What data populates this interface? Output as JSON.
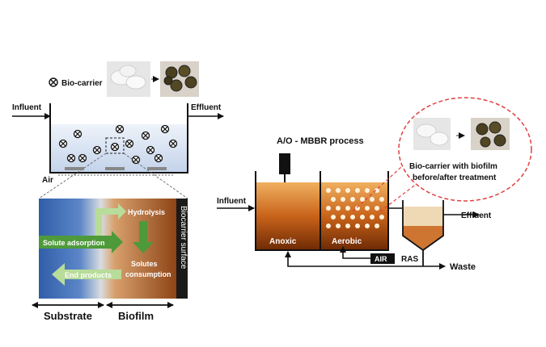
{
  "left_panel": {
    "legend_label": "Bio-carrier",
    "influent": "Influent",
    "effluent": "Effluent",
    "air": "Air",
    "hydrolysis": "Hydrolysis",
    "solute_adsorption": "Solute adsorption",
    "solutes": "Solutes",
    "consumption": "consumption",
    "end_products": "End products",
    "biocarrier_surface": "Biocarrier surface",
    "substrate": "Substrate",
    "biofilm": "Biofilm"
  },
  "right_panel": {
    "process_title": "A/O - MBBR process",
    "influent": "Influent",
    "anoxic": "Anoxic",
    "aerobic": "Aerobic",
    "air": "AIR",
    "ras": "RAS",
    "effluent": "Effluent",
    "waste": "Waste",
    "callout_line1": "Bio-carrier with biofilm",
    "callout_line2": "before/after treatment"
  },
  "colors": {
    "substrate_blue": "#2f5ea8",
    "biofilm_brown": "#9a4a18",
    "green_arrow": "#4e9a3a",
    "light_green": "#b8dc9a",
    "tank_orange": "#c8631a",
    "callout_red": "#e04040"
  }
}
